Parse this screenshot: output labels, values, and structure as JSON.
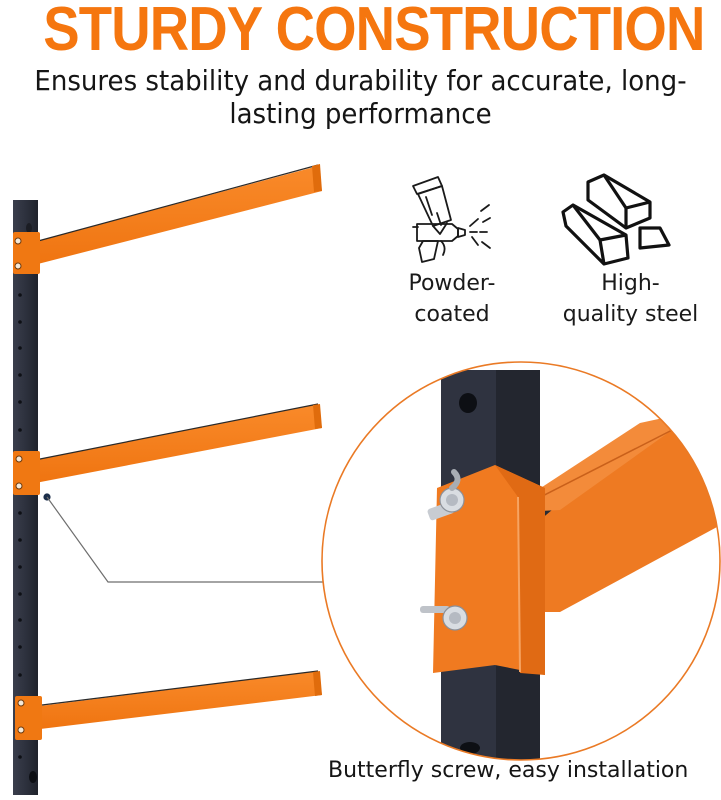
{
  "headline": "STURDY CONSTRUCTION",
  "subheadline": "Ensures stability and durability for accurate, long-lasting performance",
  "features": [
    {
      "icon": "spray-gun-icon",
      "label_line1": "Powder-",
      "label_line2": "coated"
    },
    {
      "icon": "steel-bars-icon",
      "label_line1": "High-",
      "label_line2": "quality steel"
    }
  ],
  "detail_caption": "Butterfly screw, easy installation",
  "colors": {
    "brand_orange": "#f5760f",
    "pole_dark": "#2e3240",
    "text_dark": "#151515",
    "callout_line": "#7a7a7a",
    "callout_dot": "#1c2e4a"
  }
}
